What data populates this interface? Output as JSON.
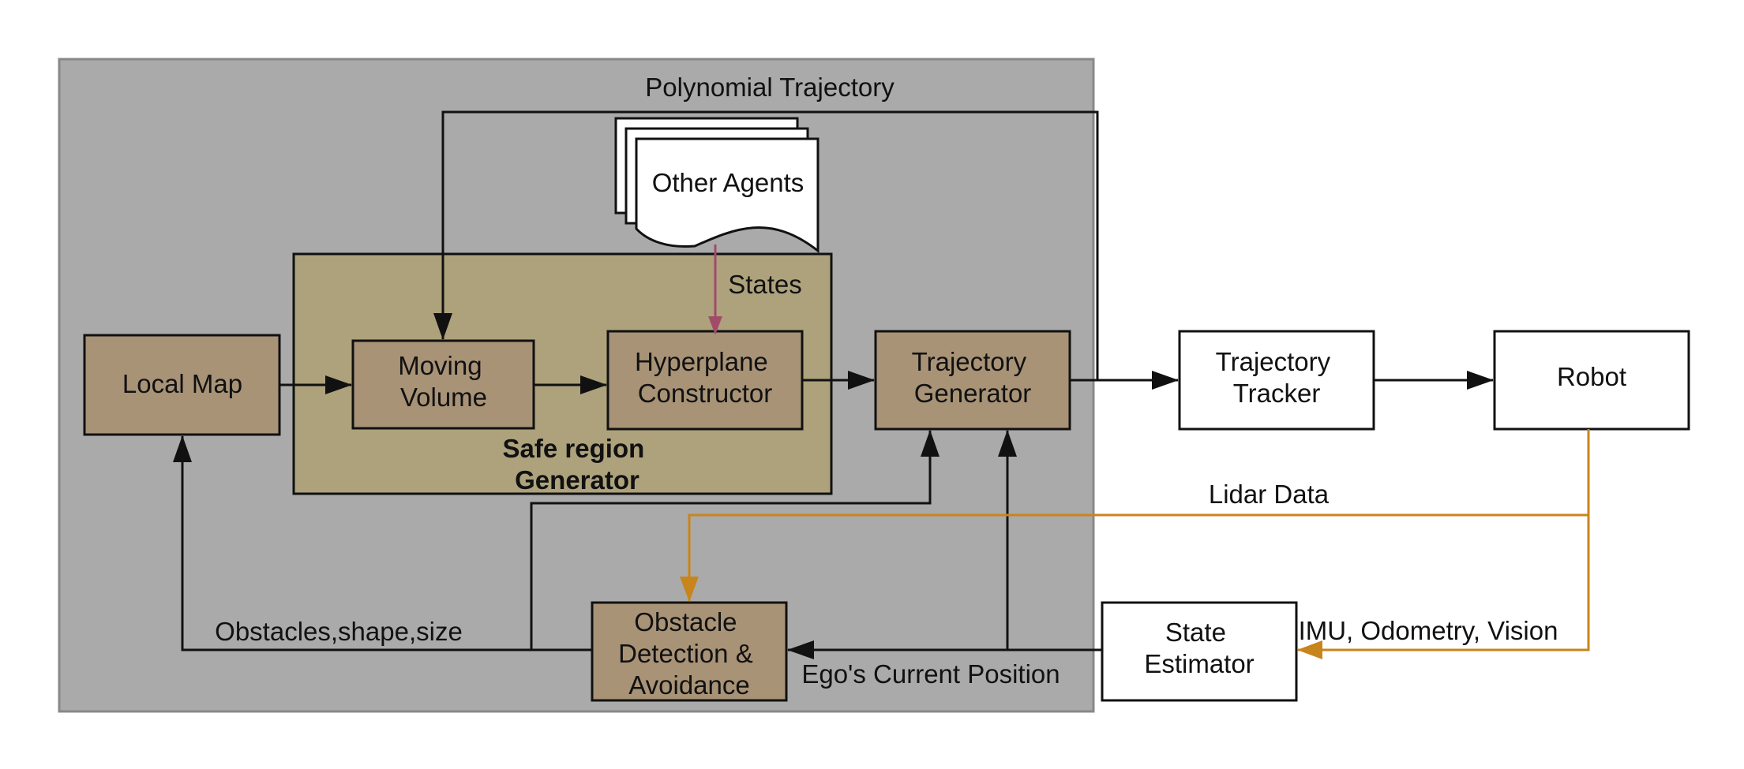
{
  "colors": {
    "background": "#ffffff",
    "outer_region": "#aaaaaa",
    "safe_region": "#ada27c",
    "module_fill": "#a89377",
    "external_fill": "#ffffff",
    "arrow": "#111111",
    "states_arrow": "#a14b6b",
    "lidar_arrow": "#d1860f"
  },
  "blocks": {
    "local_map": [
      "Local Map"
    ],
    "moving_volume": [
      "Moving",
      "Volume"
    ],
    "hyperplane_constructor": [
      "Hyperplane",
      "Constructor"
    ],
    "trajectory_generator": [
      "Trajectory",
      "Generator"
    ],
    "trajectory_tracker": [
      "Trajectory",
      "Tracker"
    ],
    "robot": [
      "Robot"
    ],
    "state_estimator": [
      "State",
      "Estimator"
    ],
    "obstacle_detection": [
      "Obstacle",
      "Detection &",
      "Avoidance"
    ],
    "other_agents": [
      "Other Agents"
    ]
  },
  "safe_region": {
    "label": [
      "Safe region",
      "Generator"
    ]
  },
  "edge_labels": {
    "polynomial_trajectory": "Polynomial Trajectory",
    "states": "States",
    "lidar_data": "Lidar Data",
    "imu_odometry_vision": "IMU, Odometry, Vision",
    "egos_current_position": "Ego's Current Position",
    "obstacles_shape_size": "Obstacles,shape,size"
  }
}
